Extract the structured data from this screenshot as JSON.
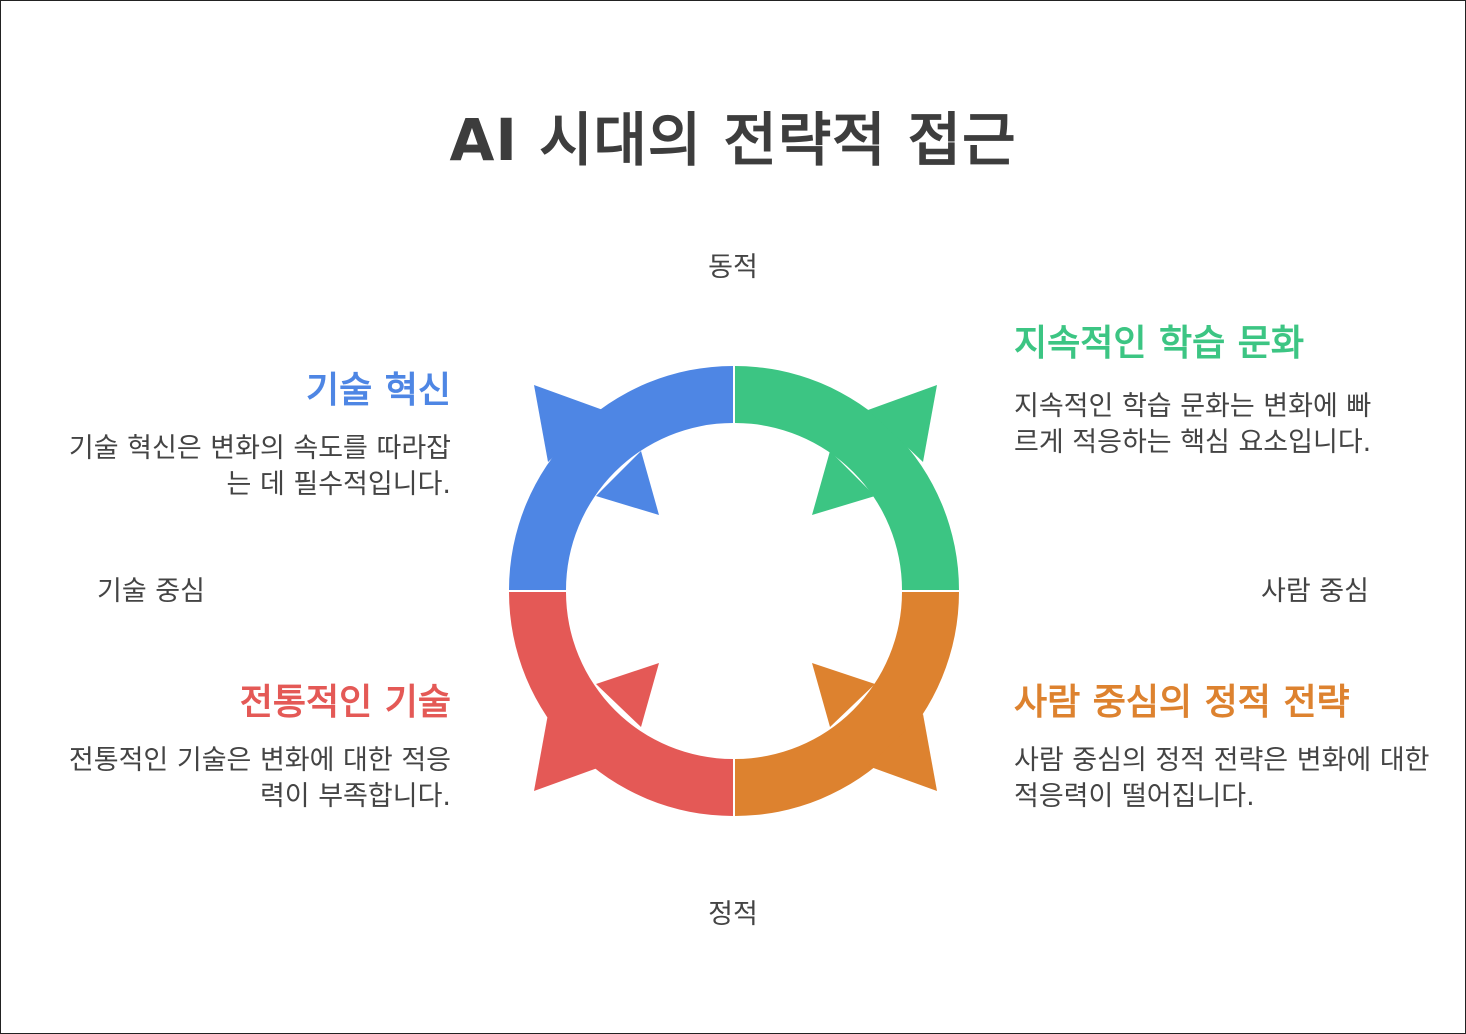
{
  "title": "AI 시대의 전략적 접근",
  "axes": {
    "top": "동적",
    "bottom": "정적",
    "left": "기술 중심",
    "right": "사람 중심"
  },
  "quadrants": {
    "top_left": {
      "heading": "기술 혁신",
      "description": "기술 혁신은 변화의 속도를 따라잡는 데 필수적입니다.",
      "color": "#4e86e4"
    },
    "top_right": {
      "heading": "지속적인 학습 문화",
      "description": "지속적인 학습 문화는 변화에 빠르게 적응하는 핵심 요소입니다.",
      "color": "#3cc583"
    },
    "bottom_left": {
      "heading": "전통적인 기술",
      "description": "전통적인 기술은 변화에 대한 적응력이 부족합니다.",
      "color": "#e45956"
    },
    "bottom_right": {
      "heading": "사람 중심의 정적 전략",
      "description": "사람 중심의 정적 전략은 변화에 대한 적응력이 떨어집니다.",
      "color": "#dd822f"
    }
  }
}
